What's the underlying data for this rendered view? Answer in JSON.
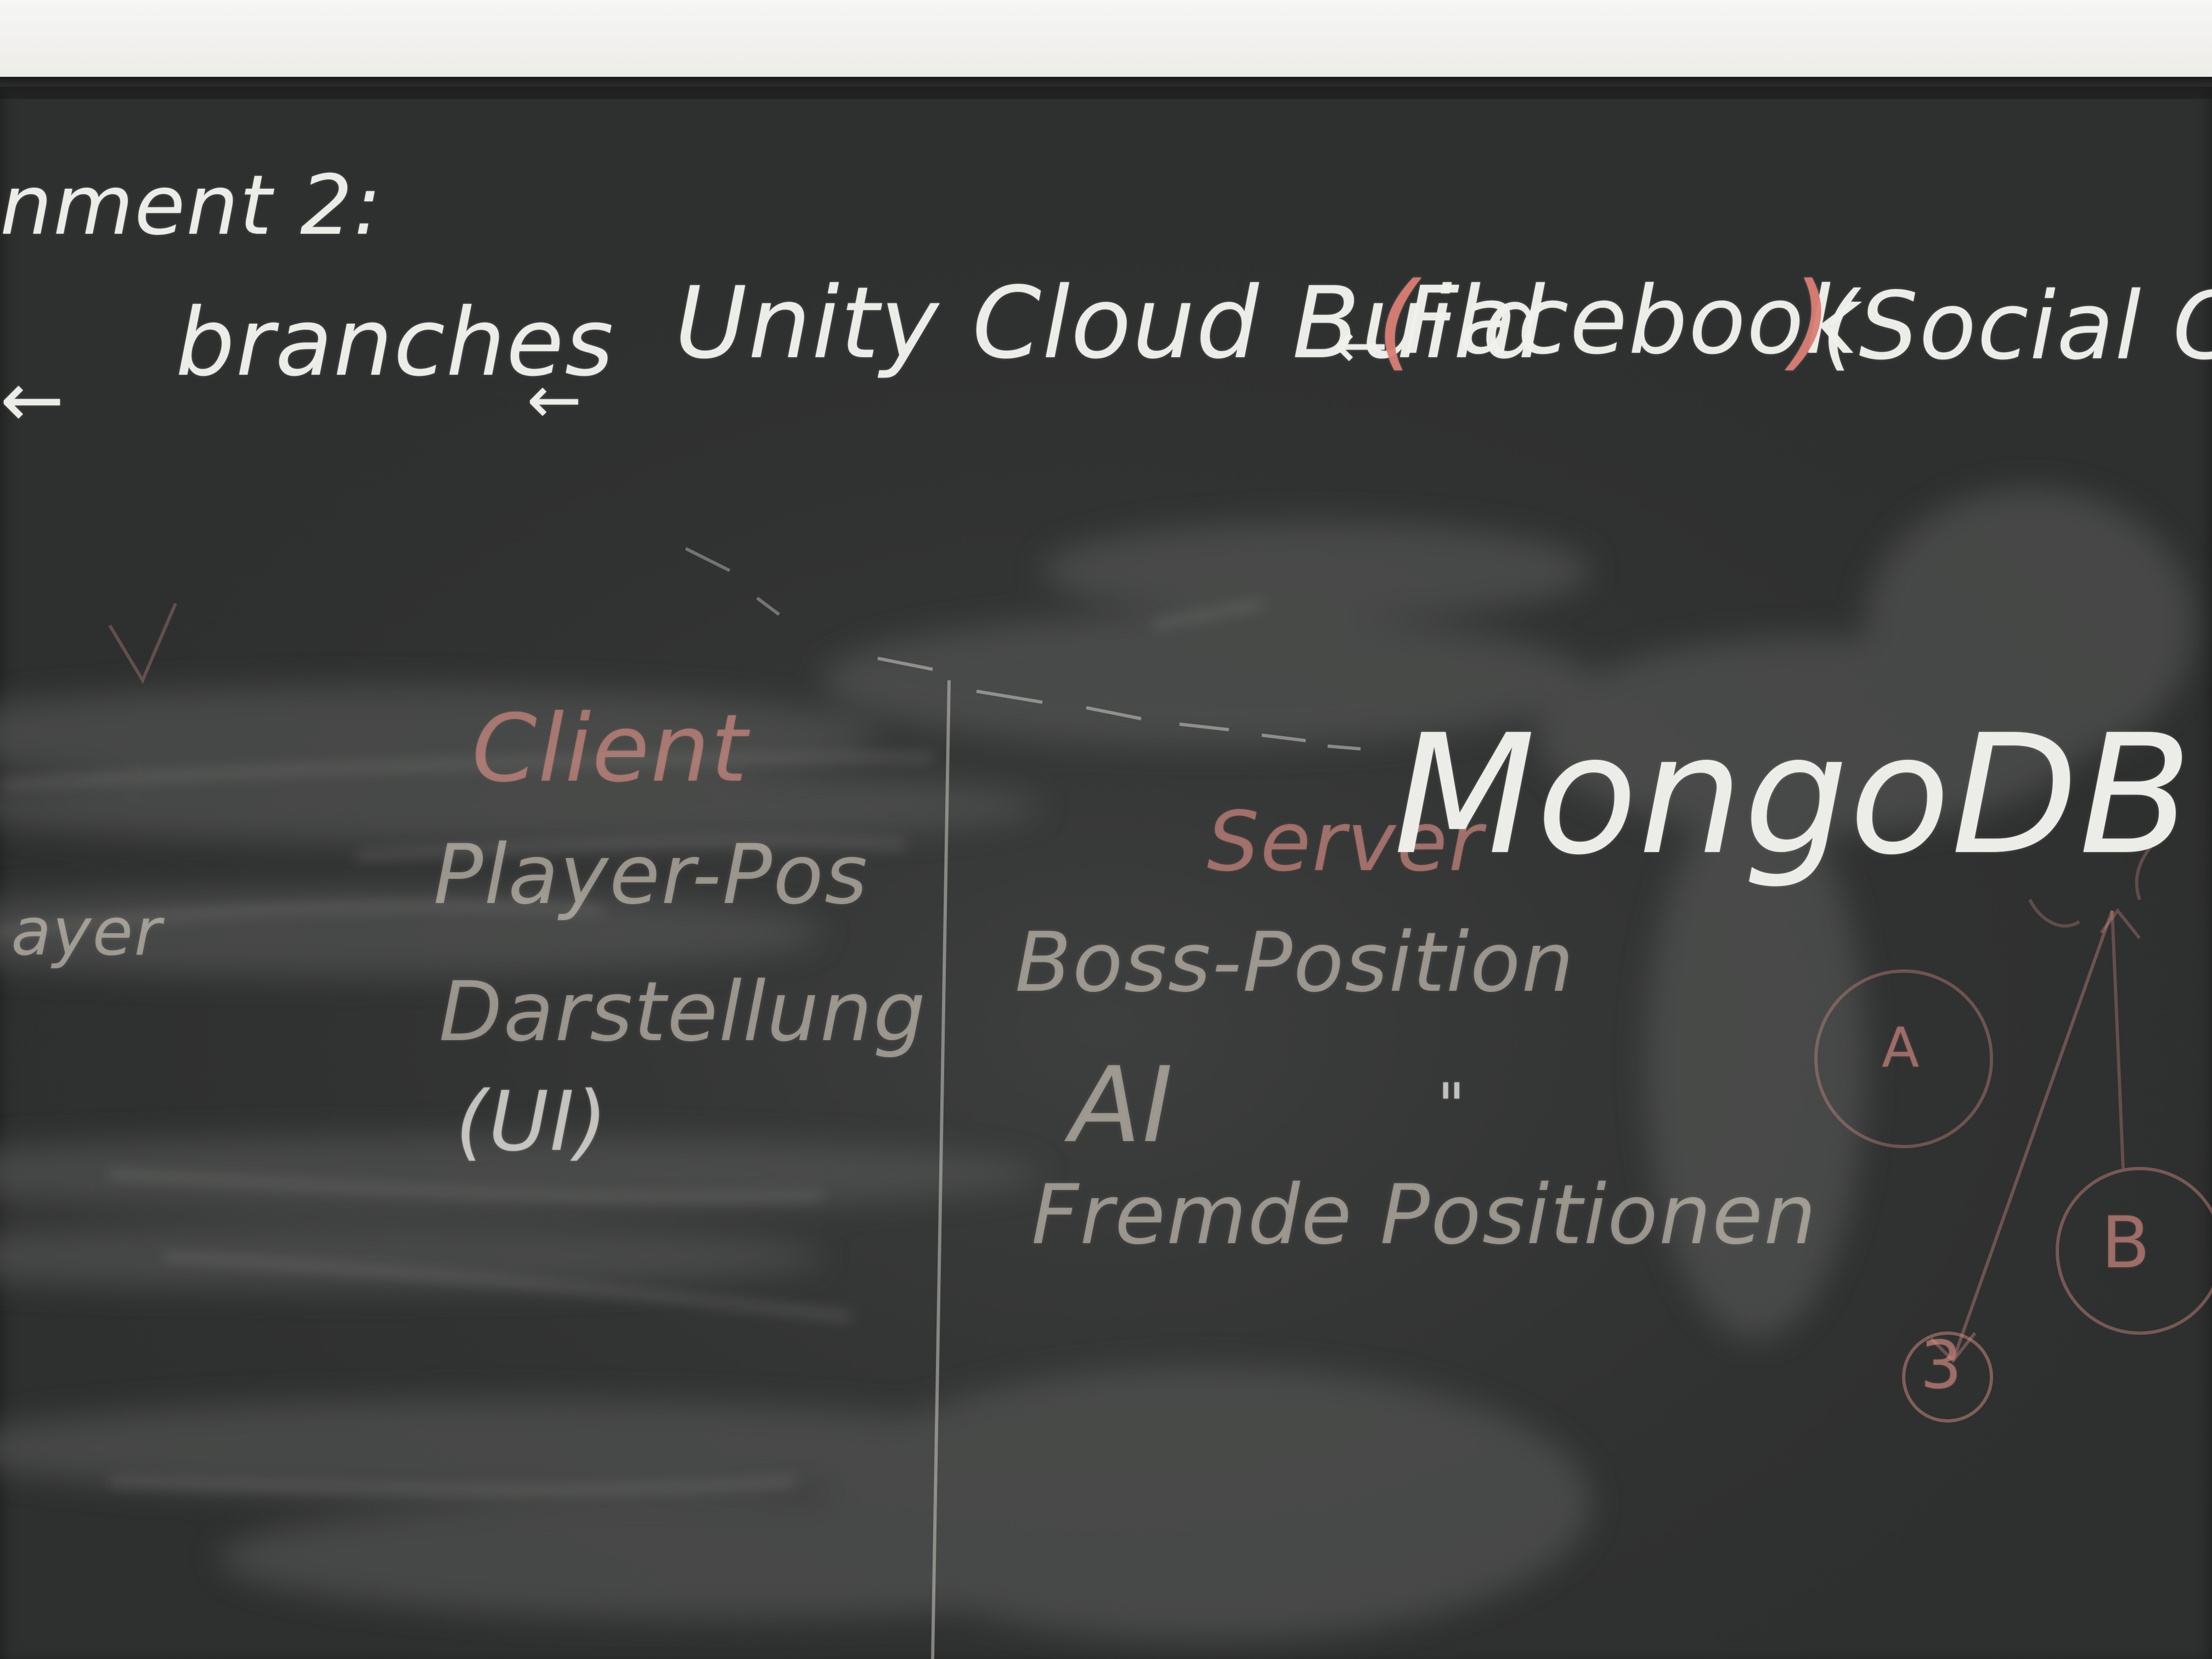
{
  "board": {
    "heading": "nment 2:",
    "flow": {
      "left_arrow": "←",
      "branches": "branches",
      "arrow_1": "←",
      "unity": "Unity Cloud Build",
      "arrow_2": "←",
      "paren_open": "(",
      "facebook": "Facebook",
      "paren_close": ")",
      "social": "(Social Co"
    },
    "client_column": {
      "title": "Client",
      "item_1": "Player-Pos",
      "item_2": "Darstellung",
      "item_3": "(UI)",
      "side_label": "ayer"
    },
    "server_column": {
      "title": "Server",
      "item_1": "Boss-Position",
      "item_2": "AI",
      "item_2_ditto": "\"",
      "item_3": "Fremde Positionen"
    },
    "database": "MongoDB",
    "diagram": {
      "node_a": "A",
      "node_b": "B",
      "node_c": "3"
    }
  },
  "colors": {
    "board": "#2e2f2f",
    "chalk_white": "#f0f0ec",
    "chalk_pink": "#e2968c",
    "wall": "#f4f4f2"
  }
}
